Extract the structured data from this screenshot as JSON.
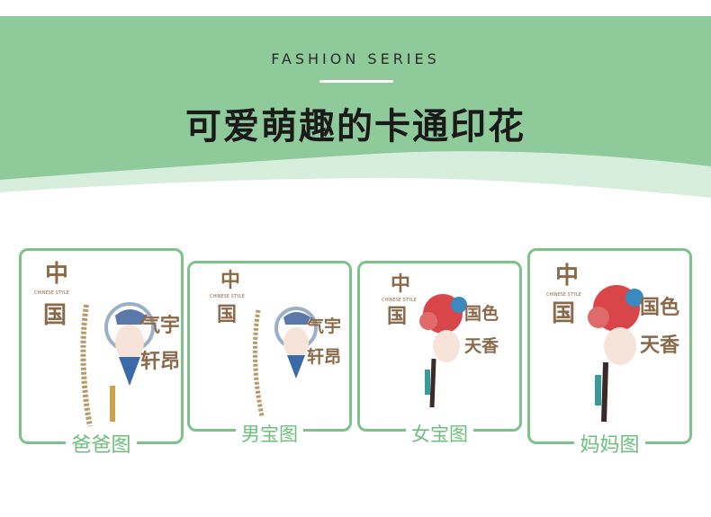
{
  "header": {
    "eyebrow": "FASHION SERIES",
    "headline": "可爱萌趣的卡通印花"
  },
  "colors": {
    "banner_green": "#8fca9a",
    "card_border": "#7cc28a",
    "label_green": "#6cbf7c",
    "calligraphy_brown": "#8a6a4a"
  },
  "cards": [
    {
      "label": "爸爸图",
      "vertical_text": [
        "气宇",
        "轩昂"
      ],
      "character": "male"
    },
    {
      "label": "男宝图",
      "vertical_text": [
        "气宇",
        "轩昂"
      ],
      "character": "male"
    },
    {
      "label": "女宝图",
      "vertical_text": [
        "国色",
        "天香"
      ],
      "character": "female"
    },
    {
      "label": "妈妈图",
      "vertical_text": [
        "国色",
        "天香"
      ],
      "character": "female"
    }
  ],
  "print_text": {
    "china_top": "中",
    "china_bottom": "国",
    "chinese_style": "CHINESE STYLE"
  }
}
